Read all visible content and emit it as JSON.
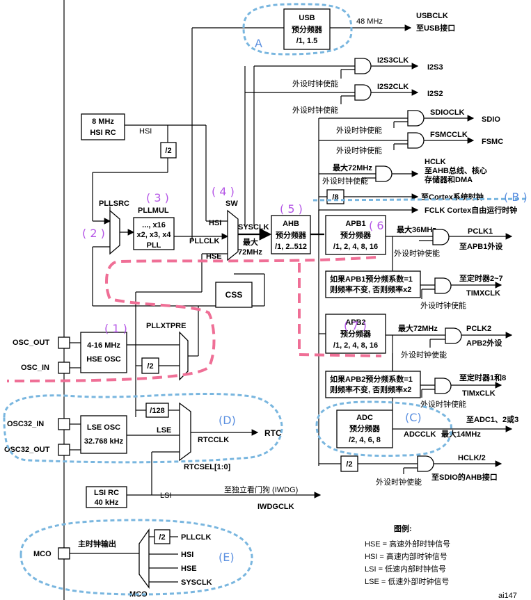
{
  "labels": {
    "A": "A",
    "B": "( B )",
    "C": "(C)",
    "D": "(D)",
    "E": "(E)",
    "n1": "( 1 )",
    "n2": "( 2 )",
    "n3": "( 3 )",
    "n4": "( 4 )",
    "n5": "( 5 )",
    "n6": "( 6",
    "n7": "( 7 )"
  },
  "usb": {
    "l1": "USB",
    "l2": "预分频器",
    "l3": "/1, 1.5",
    "freq": "48 MHz",
    "out1": "USBCLK",
    "out2": "至USB接口"
  },
  "i2s3": {
    "name": "I2S3CLK",
    "out": "I2S3",
    "en": "外设时钟使能"
  },
  "i2s2": {
    "name": "I2S2CLK",
    "out": "I2S2",
    "en": "外设时钟使能"
  },
  "sdio": {
    "name": "SDIOCLK",
    "out": "SDIO",
    "en": "外设时钟使能"
  },
  "fsmc": {
    "name": "FSMCCLK",
    "out": "FSMC",
    "en": "外设时钟使能"
  },
  "hclk": {
    "max": "最大72MHz",
    "en": "外设时钟使能",
    "name": "HCLK",
    "d1": "至AHB总线、核心",
    "d2": "存储器和DMA"
  },
  "cortex": {
    "div": "/8",
    "out": "至Cortex系统时钟",
    "fclk": "FCLK Cortex自由运行时钟"
  },
  "hsi": {
    "l1": "8 MHz",
    "l2": "HSI RC",
    "label": "HSI",
    "div2": "/2"
  },
  "pllsrc": "PLLSRC",
  "pll": {
    "mul": "PLLMUL",
    "l1": "..., x16",
    "l2": "x2, x3, x4",
    "l3": "PLL",
    "clk": "PLLCLK"
  },
  "sw": {
    "sw": "SW",
    "hsi": "HSI",
    "pllclk": "PLLCLK",
    "hse": "HSE",
    "sysclk": "SYSCLK",
    "max1": "最大",
    "max2": "72MHz"
  },
  "ahb": {
    "l1": "AHB",
    "l2": "预分频器",
    "l3": "/1, 2..512"
  },
  "apb1": {
    "l1": "APB1",
    "l2": "预分频器",
    "l3": "/1, 2, 4, 8, 16",
    "max": "最大36MHz",
    "pclk": "PCLK1",
    "to": "至APB1外设",
    "en": "外设时钟使能"
  },
  "tim1": {
    "r1": "如果APB1预分频系数=1",
    "r2": "则频率不变, 否则频率x2",
    "to": "至定时器2~7",
    "name": "TIMXCLK",
    "en": "外设时钟使能"
  },
  "apb2": {
    "l1": "APB2",
    "l2": "预分频器",
    "l3": "/1, 2, 4, 8, 16",
    "max": "最大72MHz",
    "pclk": "PCLK2",
    "to": "APB2外设",
    "en": "外设时钟使能"
  },
  "tim2": {
    "r1": "如果APB2预分频系数=1",
    "r2": "则频率不变, 否则频率x2",
    "to": "至定时器1和8",
    "name": "TIMxCLK",
    "en": "外设时钟使能"
  },
  "adc": {
    "l1": "ADC",
    "l2": "预分频器",
    "l3": "/2, 4, 6, 8",
    "clk": "ADCCLK",
    "max": "最大14MHz",
    "to": "至ADC1、2或3"
  },
  "hclk2": {
    "div": "/2",
    "name": "HCLK/2",
    "to": "至SDIO的AHB接口",
    "en": "外设时钟使能"
  },
  "css": "CSS",
  "hse": {
    "pin_out": "OSC_OUT",
    "pin_in": "OSC_IN",
    "l1": "4-16 MHz",
    "l2": "HSE OSC",
    "pre": "PLLXTPRE",
    "div2": "/2"
  },
  "lse": {
    "pin_in": "OSC32_IN",
    "pin_out": "OSC32_OUT",
    "l1": "LSE OSC",
    "l2": "32.768 kHz",
    "label": "LSE",
    "div128": "/128",
    "rtcclk": "RTCCLK",
    "rtc": "RTC",
    "sel": "RTCSEL[1:0]"
  },
  "lsi": {
    "l1": "LSI RC",
    "l2": "40 kHz",
    "label": "LSI",
    "iw1": "至独立看门狗 (IWDG)",
    "iw2": "IWDGCLK"
  },
  "mco": {
    "pin": "MCO",
    "title": "主时钟输出",
    "div2": "/2",
    "pllclk": "PLLCLK",
    "hsi": "HSI",
    "hse": "HSE",
    "sysclk": "SYSCLK",
    "mux": "MCO"
  },
  "legend": {
    "title": "图例:",
    "r1": "HSE = 高速外部时钟信号",
    "r2": "HSI = 高速内部时钟信号",
    "r3": "LSI = 低速内部时钟信号",
    "r4": "LSE = 低速外部时钟信号"
  },
  "corner": "ai147"
}
